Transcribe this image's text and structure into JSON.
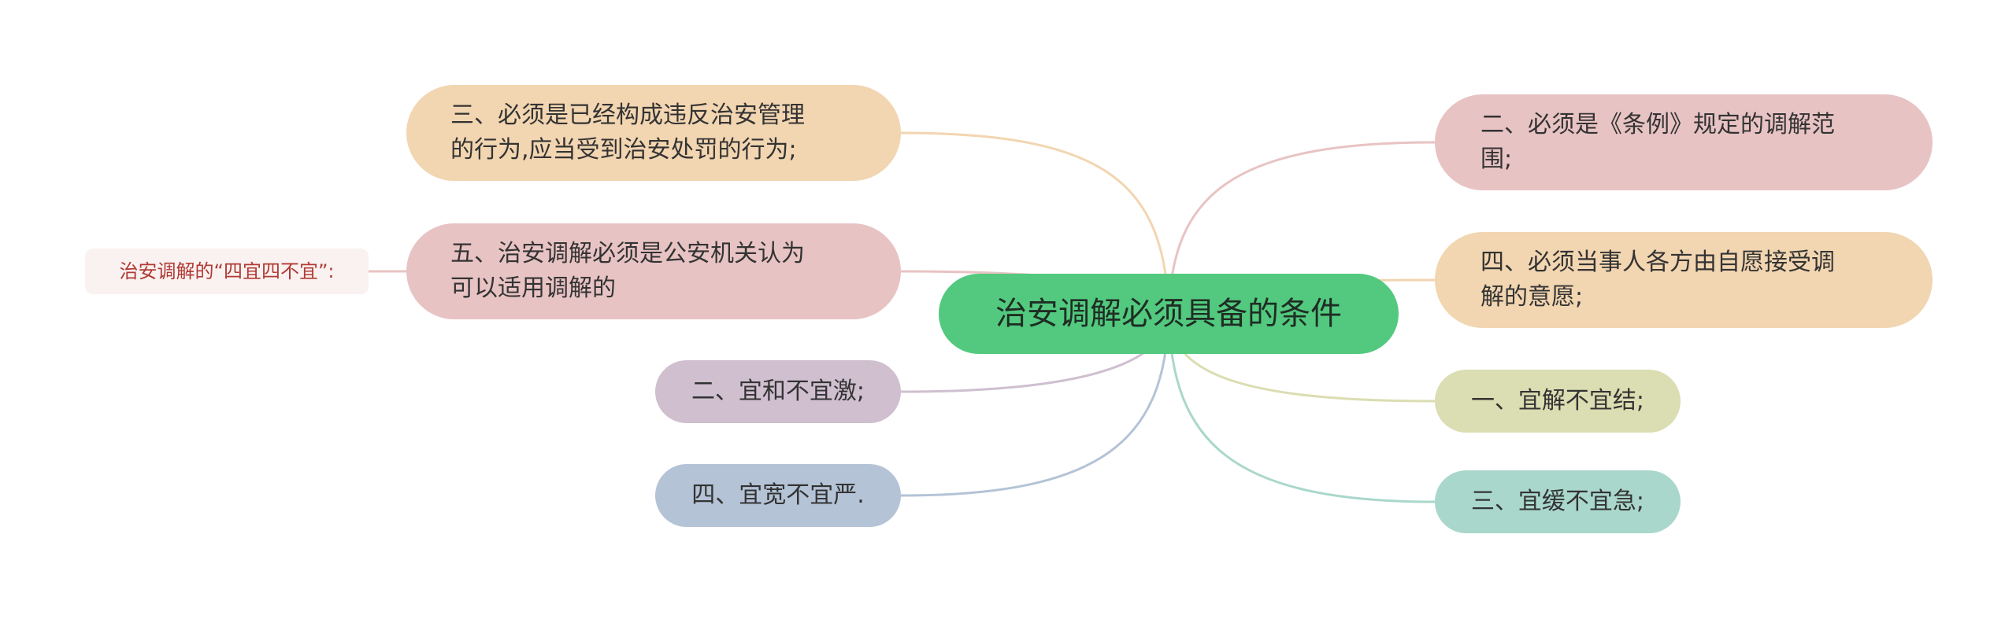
{
  "center": {
    "label": "治安调解必须具备的条件"
  },
  "branches": {
    "left": [
      {
        "label": "三、必须是已经构成违反治安管理的行为,应当受到治安处罚的行为;",
        "line1": "三、必须是已经构成违反治安管理",
        "line2": "的行为,应当受到治安处罚的行为;",
        "color": "#f2d5b1"
      },
      {
        "label": "五、治安调解必须是公安机关认为可以适用调解的",
        "line1": "五、治安调解必须是公安机关认为",
        "line2": "可以适用调解的",
        "color": "#e8c3c3"
      },
      {
        "label": "二、宜和不宜激;",
        "color": "#cfbfcf"
      },
      {
        "label": "四、宜宽不宜严.",
        "color": "#b4c3d6"
      }
    ],
    "right": [
      {
        "label": "二、必须是《条例》规定的调解范围;",
        "line1": "二、必须是《条例》规定的调解范",
        "line2": "围;",
        "color": "#e8c3c3"
      },
      {
        "label": "四、必须当事人各方由自愿接受调解的意愿;",
        "line1": "四、必须当事人各方由自愿接受调",
        "line2": "解的意愿;",
        "color": "#f2d5b1"
      },
      {
        "label": "一、宜解不宜结;",
        "color": "#dbddb2"
      },
      {
        "label": "三、宜缓不宜急;",
        "color": "#a9d7cb"
      }
    ]
  },
  "note": {
    "label": "治安调解的“四宜四不宜”:"
  },
  "colors": {
    "center": "#52c97e",
    "note_text": "#b03a32",
    "note_bg": "#faf1f1"
  }
}
